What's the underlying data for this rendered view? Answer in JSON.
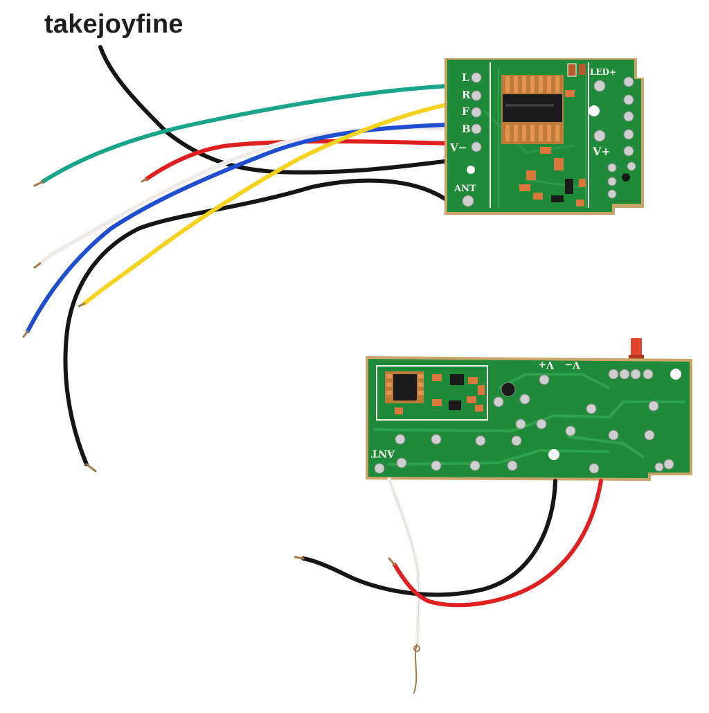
{
  "watermark": {
    "text": "takejoyfine"
  },
  "receiver_board": {
    "pin_labels": [
      "L",
      "R",
      "F",
      "B",
      "V−",
      "ANT"
    ],
    "right_labels": [
      "LED+",
      "V+"
    ]
  },
  "transmitter_board": {
    "labels": [
      "ANT",
      "V+",
      "V−"
    ]
  },
  "colors": {
    "pcb_green": "#1f8a3a",
    "pcb_edge": "#c9a56a",
    "silkscreen": "#f2f2ea",
    "chip": "#1b1b1b",
    "pad_orange": "#d9783a",
    "wire_green": "#1aa58a",
    "wire_red": "#e02020",
    "wire_white": "#f4f0f0",
    "wire_blue": "#1f4fd0",
    "wire_yellow": "#f5d21f",
    "wire_black": "#151515",
    "switch_red": "#e0452a"
  }
}
